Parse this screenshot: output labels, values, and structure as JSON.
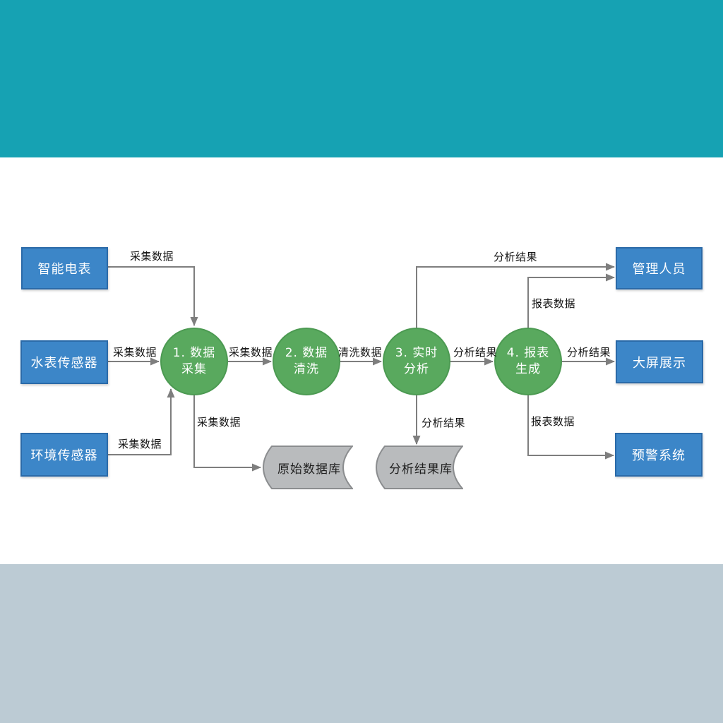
{
  "colors": {
    "top_band": "#16a2b3",
    "bottom_band": "#bccbd4",
    "entity_fill": "#3c86c8",
    "entity_border": "#2b6aa8",
    "process_fill": "#59a95e",
    "store_fill": "#b9bbbd",
    "arrow": "#7e7e7e"
  },
  "diagram": {
    "external_entities_left": [
      {
        "label": "智能电表"
      },
      {
        "label": "水表传感器"
      },
      {
        "label": "环境传感器"
      }
    ],
    "processes": [
      {
        "line1": "1. 数据",
        "line2": "采集",
        "full": "1. 数据采集"
      },
      {
        "line1": "2. 数据",
        "line2": "清洗",
        "full": "2. 数据清洗"
      },
      {
        "line1": "3. 实时",
        "line2": "分析",
        "full": "3. 实时分析"
      },
      {
        "line1": "4. 报表",
        "line2": "生成",
        "full": "4. 报表生成"
      }
    ],
    "data_stores": [
      {
        "label": "原始数据库"
      },
      {
        "label": "分析结果库"
      }
    ],
    "external_entities_right": [
      {
        "label": "管理人员"
      },
      {
        "label": "大屏展示"
      },
      {
        "label": "预警系统"
      }
    ],
    "edges": [
      {
        "from": "智能电表",
        "to": "1. 数据采集",
        "label": "采集数据"
      },
      {
        "from": "水表传感器",
        "to": "1. 数据采集",
        "label": "采集数据"
      },
      {
        "from": "环境传感器",
        "to": "1. 数据采集",
        "label": "采集数据"
      },
      {
        "from": "1. 数据采集",
        "to": "原始数据库",
        "label": "采集数据"
      },
      {
        "from": "1. 数据采集",
        "to": "2. 数据清洗",
        "label": "采集数据"
      },
      {
        "from": "2. 数据清洗",
        "to": "3. 实时分析",
        "label": "清洗数据"
      },
      {
        "from": "3. 实时分析",
        "to": "4. 报表生成",
        "label": "分析结果"
      },
      {
        "from": "3. 实时分析",
        "to": "分析结果库",
        "label": "分析结果"
      },
      {
        "from": "3. 实时分析",
        "to": "管理人员",
        "label": "分析结果"
      },
      {
        "from": "4. 报表生成",
        "to": "管理人员",
        "label": "报表数据"
      },
      {
        "from": "4. 报表生成",
        "to": "大屏展示",
        "label": "分析结果"
      },
      {
        "from": "4. 报表生成",
        "to": "预警系统",
        "label": "报表数据"
      }
    ]
  }
}
